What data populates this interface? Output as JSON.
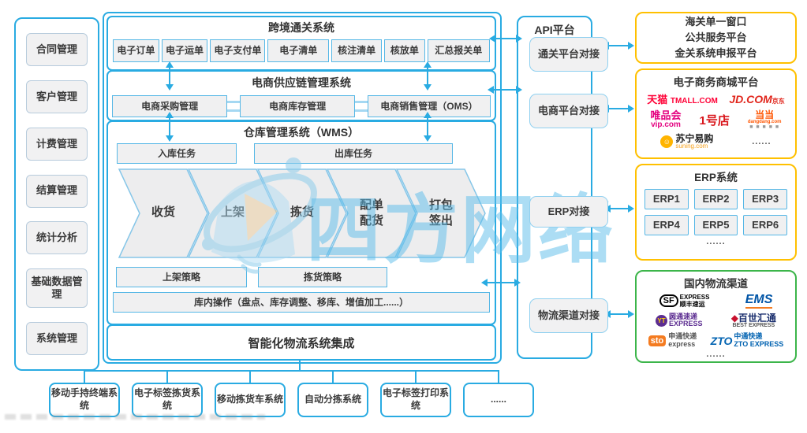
{
  "watermark": {
    "text": "四方网络"
  },
  "sidebar": {
    "items": [
      "合同管理",
      "客户管理",
      "计费管理",
      "结算管理",
      "统计分析",
      "基础数据管理",
      "系统管理"
    ]
  },
  "main": {
    "customs": {
      "title": "跨境通关系统",
      "boxes": [
        "电子订单",
        "电子运单",
        "电子支付单",
        "电子清单",
        "核注清单",
        "核放单",
        "汇总报关单"
      ]
    },
    "supply_chain": {
      "title": "电商供应链管理系统",
      "boxes": [
        "电商采购管理",
        "电商库存管理",
        "电商销售管理（OMS）"
      ]
    },
    "wms": {
      "title": "仓库管理系统（WMS）",
      "inbound": "入库任务",
      "outbound": "出库任务",
      "flow": [
        {
          "l1": "收货",
          "l2": ""
        },
        {
          "l1": "上架",
          "l2": ""
        },
        {
          "l1": "拣货",
          "l2": ""
        },
        {
          "l1": "配单",
          "l2": "配货"
        },
        {
          "l1": "打包",
          "l2": "签出"
        }
      ],
      "putaway_strategy": "上架策略",
      "picking_strategy": "拣货策略",
      "inventory_ops": "库内操作（盘点、库存调整、移库、增值加工......）"
    },
    "integration": {
      "title": "智能化物流系统集成"
    }
  },
  "api": {
    "title": "API平台",
    "items": [
      "通关平台对接",
      "电商平台对接",
      "ERP对接",
      "物流渠道对接"
    ]
  },
  "right_panels": {
    "customs_platforms": {
      "lines": [
        "海关单一窗口",
        "公共服务平台",
        "金关系统申报平台"
      ]
    },
    "ecommerce": {
      "title": "电子商务商城平台",
      "logos": {
        "tmall": {
          "zh": "天猫",
          "en": "TMALL.COM"
        },
        "jd": {
          "en": "JD.COM",
          "zh": "京东"
        },
        "vip": {
          "zh": "唯品会",
          "en": "vip.com"
        },
        "yhd": {
          "label": "1号店"
        },
        "dangdang": {
          "zh": "当当",
          "en": "dangdang.com"
        },
        "suning": {
          "zh": "苏宁易购",
          "en": "suning.com"
        }
      },
      "more": "......"
    },
    "erp": {
      "title": "ERP系统",
      "items": [
        "ERP1",
        "ERP2",
        "ERP3",
        "ERP4",
        "ERP5",
        "ERP6"
      ],
      "more": "......"
    },
    "logistics": {
      "title": "国内物流渠道",
      "logos": {
        "sf": {
          "abbr": "SF",
          "en": "EXPRESS",
          "zh": "顺丰速运"
        },
        "ems": {
          "en": "EMS"
        },
        "yto": {
          "abbr": "YT",
          "zh": "圆通速递",
          "en": "EXPRESS"
        },
        "best": {
          "zh": "百世汇通",
          "en": "BEST EXPRESS"
        },
        "sto": {
          "abbr": "sto",
          "zh": "申通快递",
          "en": "express"
        },
        "zto": {
          "abbr": "ZTO",
          "zh": "中通快递",
          "en": "ZTO EXPRESS"
        }
      },
      "more": "......"
    }
  },
  "bottom": {
    "items": [
      "移动手持终端系统",
      "电子标签拣货系统",
      "移动拣货车系统",
      "自动分拣系统",
      "电子标签打印系统",
      "......"
    ]
  },
  "colors": {
    "accent_blue": "#29abe2",
    "panel_yellow": "#ffc000",
    "panel_green": "#3cb54a",
    "box_gray": "#f0f0f1"
  }
}
